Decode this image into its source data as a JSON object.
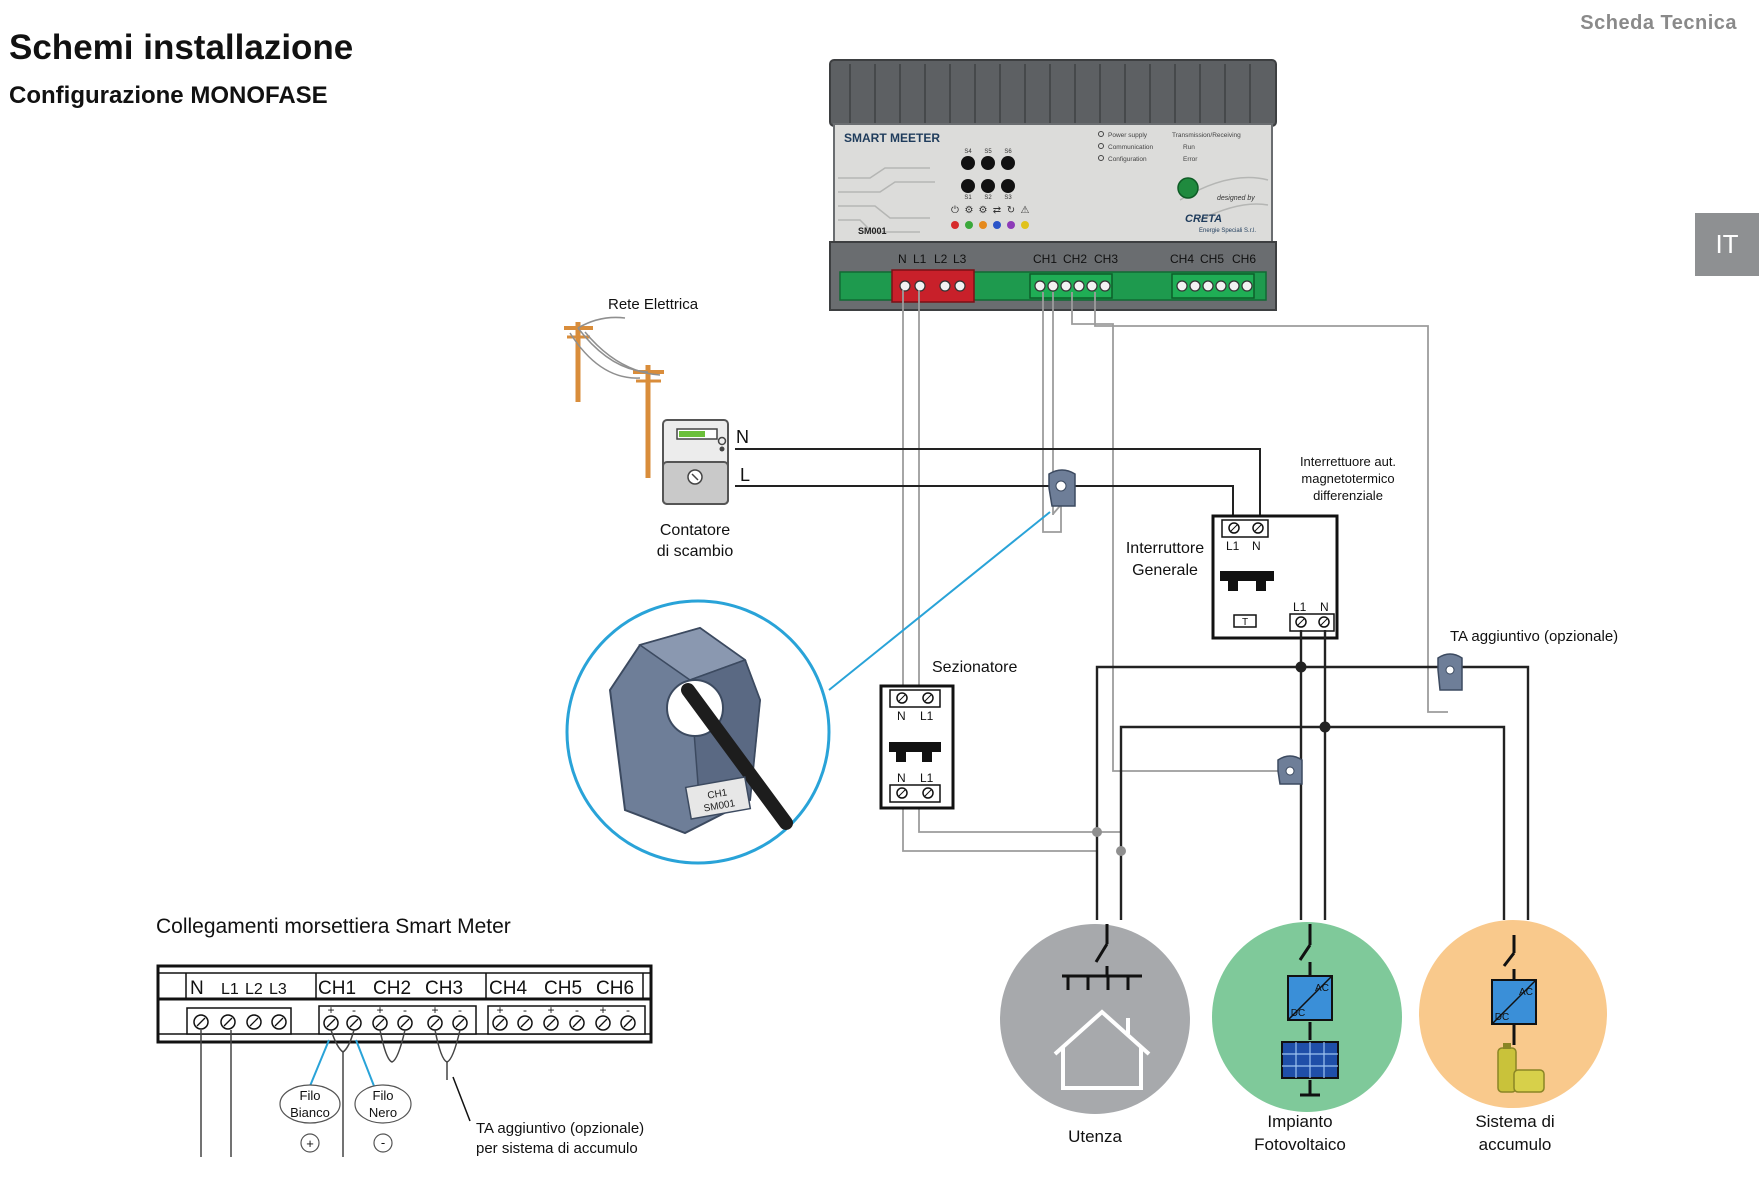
{
  "header": {
    "title": "Schemi installazione",
    "subtitle": "Configurazione MONOFASE",
    "doc_type": "Scheda Tecnica",
    "language_tab": "IT"
  },
  "smart_meter": {
    "brand_label": "SMART MEETER",
    "model": "SM001",
    "designed_by": "designed by",
    "maker": "CRETA",
    "maker_sub": "Energie Speciali S.r.l.",
    "legend": [
      "Power supply",
      "Communication",
      "Configuration",
      "Transmission/Receiving",
      "Run",
      "Error"
    ],
    "led_labels_top": [
      "S4",
      "S5",
      "S6"
    ],
    "led_labels_bottom": [
      "S1",
      "S2",
      "S3"
    ],
    "terminal_labels": [
      "N",
      "L1",
      "L2",
      "L3",
      "CH1",
      "CH2",
      "CH3",
      "CH4",
      "CH5",
      "CH6"
    ]
  },
  "labels": {
    "grid": "Rete Elettrica",
    "meter": [
      "Contatore",
      "di scambio"
    ],
    "n_line": "N",
    "l_line": "L",
    "rcbo": [
      "Interrettuore aut.",
      "magnetotermico",
      "differenziale"
    ],
    "main_switch": [
      "Interruttore",
      "Generale"
    ],
    "isolator": "Sezionatore",
    "extra_ct": "TA aggiuntivo (opzionale)",
    "ct_tag": [
      "CH1",
      "SM001"
    ],
    "breaker_top": [
      "L1",
      "N"
    ],
    "breaker_bottom": [
      "L1",
      "N"
    ],
    "breaker_test": "T",
    "isolator_top": [
      "N",
      "L1"
    ],
    "isolator_bottom": [
      "N",
      "L1"
    ]
  },
  "loads": [
    {
      "name": "Utenza",
      "lines": [
        "Utenza"
      ],
      "color": "#a7a9ac"
    },
    {
      "name": "Impianto Fotovoltaico",
      "lines": [
        "Impianto",
        "Fotovoltaico"
      ],
      "color": "#7fc99a"
    },
    {
      "name": "Sistema di accumulo",
      "lines": [
        "Sistema di",
        "accumulo"
      ],
      "color": "#f9c98c"
    }
  ],
  "inverter_labels": [
    "AC",
    "DC"
  ],
  "terminal_block": {
    "title": "Collegamenti morsettiera Smart Meter",
    "header_labels": [
      "N",
      "L1",
      "L2",
      "L3",
      "CH1",
      "CH2",
      "CH3",
      "CH4",
      "CH5",
      "CH6"
    ],
    "polarity": [
      "+",
      "-"
    ],
    "wire_white": [
      "Filo",
      "Bianco"
    ],
    "wire_black": [
      "Filo",
      "Nero"
    ],
    "plus_symbol": "+",
    "minus_symbol": "-",
    "extra_ct_note": [
      "TA aggiuntivo (opzionale)",
      "per sistema di accumulo"
    ]
  },
  "colors": {
    "terminal_green": "#1e9a4e",
    "terminal_red": "#c8202a",
    "ct_callout": "#29a3d8",
    "wire_grey": "#9c9c9c",
    "wire_dark": "#222222"
  }
}
